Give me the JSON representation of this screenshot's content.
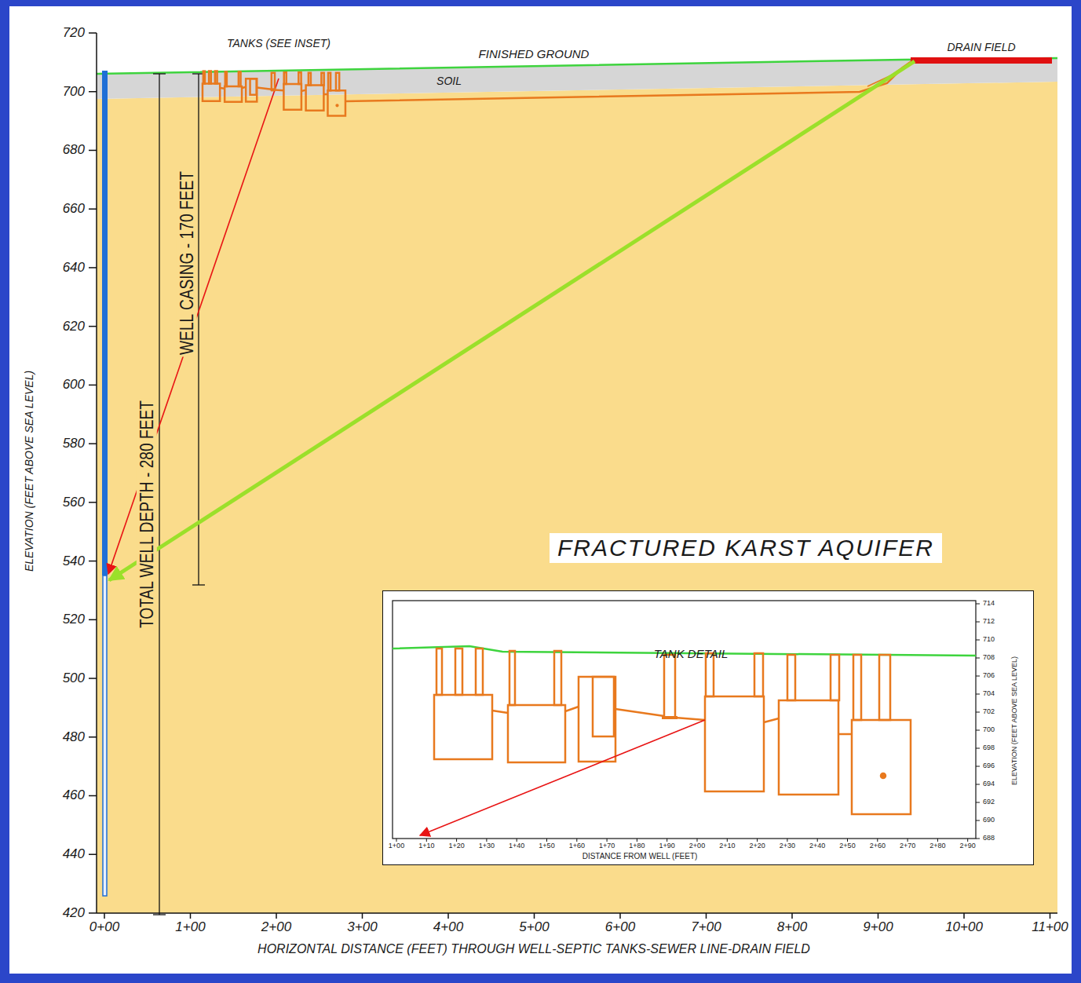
{
  "diagram": {
    "nodes": [
      {
        "text": [
          "FRACTURED KARST AQUIFER"
        ]
      },
      {
        "text": [
          "TANK DETAIL"
        ]
      }
    ],
    "labels": [
      "720",
      "700",
      "680",
      "660",
      "640",
      "620",
      "600",
      "580",
      "560",
      "540",
      "520",
      "500",
      "480",
      "460",
      "440",
      "420",
      "0+00",
      "1+00",
      "2+00",
      "3+00",
      "4+00",
      "5+00",
      "6+00",
      "7+00",
      "8+00",
      "9+00",
      "10+00",
      "11+00",
      "ELEVATION (FEET ABOVE SEA LEVEL)",
      "HORIZONTAL DISTANCE (FEET) THROUGH WELL-SEPTIC TANKS-SEWER LINE-DRAIN FIELD",
      "TANKS (SEE INSET)",
      "FINISHED GROUND",
      "SOIL",
      "DRAIN FIELD",
      "TOTAL WELL DEPTH - 280 FEET",
      "WELL CASING - 170 FEET",
      "714",
      "712",
      "710",
      "708",
      "706",
      "704",
      "702",
      "700",
      "698",
      "696",
      "694",
      "692",
      "690",
      "688",
      "1+00",
      "1+10",
      "1+20",
      "1+30",
      "1+40",
      "1+50",
      "1+60",
      "1+70",
      "1+80",
      "1+90",
      "2+00",
      "2+10",
      "2+20",
      "2+30",
      "2+40",
      "2+50",
      "2+60",
      "2+70",
      "2+80",
      "2+90",
      "ELEVATION (FEET ABOVE SEA LEVEL)",
      "DISTANCE FROM WELL (FEET)"
    ]
  }
}
